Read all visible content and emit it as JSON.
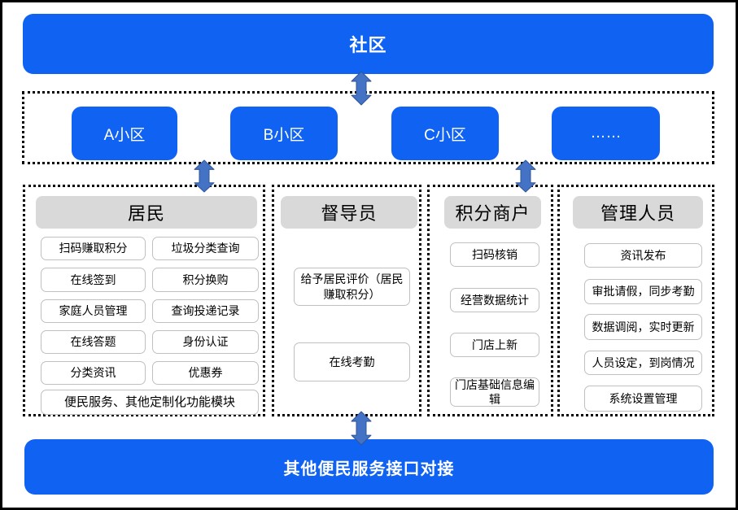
{
  "colors": {
    "box_blue": "#1063F2",
    "arrow_fill": "#4472C4",
    "arrow_stroke": "#2F5597",
    "header_gray": "#D9D9D9",
    "item_border": "#C0C0C0"
  },
  "top_box": {
    "label": "社区"
  },
  "communities": {
    "boxes": [
      "A小区",
      "B小区",
      "C小区",
      "……"
    ]
  },
  "roles": [
    {
      "title": "居民",
      "items": [
        "扫码赚取积分",
        "垃圾分类查询",
        "在线签到",
        "积分换购",
        "家庭人员管理",
        "查询投递记录",
        "在线答题",
        "身份认证",
        "分类资讯",
        "优惠券",
        "便民服务、其他定制化功能模块"
      ]
    },
    {
      "title": "督导员",
      "items": [
        "给予居民评价（居民赚取积分）",
        "在线考勤"
      ]
    },
    {
      "title": "积分商户",
      "items": [
        "扫码核销",
        "经营数据统计",
        "门店上新",
        "门店基础信息编辑"
      ]
    },
    {
      "title": "管理人员",
      "items": [
        "资讯发布",
        "审批请假，同步考勤",
        "数据调阅，实时更新",
        "人员设定，到岗情况",
        "系统设置管理"
      ]
    }
  ],
  "bottom_box": {
    "label": "其他便民服务接口对接"
  }
}
